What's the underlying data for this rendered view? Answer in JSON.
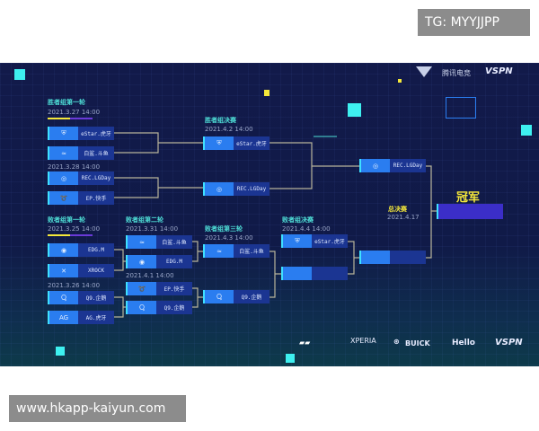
{
  "watermark_top": "TG: MYYJJPP",
  "watermark_bottom": "www.hkapp-kaiyun.com",
  "header": {
    "brand_tencent": "腾讯电竞",
    "brand_vspn": "VSPN"
  },
  "champion": {
    "label": "冠军",
    "team": ""
  },
  "grand_final": {
    "label": "总决赛",
    "date": "2021.4.17"
  },
  "winners": {
    "r1": {
      "label": "胜者组第一轮",
      "date1": "2021.3.27  14:00",
      "date2": "2021.3.28  14:00",
      "teams": [
        "eStar.虎牙",
        "白鲨.斗鱼",
        "REC.LGDay",
        "EP.快手"
      ]
    },
    "final": {
      "label": "胜者组决赛",
      "date": "2021.4.2  14:00",
      "teams": [
        "eStar.虎牙",
        "REC.LGDay"
      ]
    },
    "winner": "REC.LGDay"
  },
  "losers": {
    "r1": {
      "label": "败者组第一轮",
      "date1": "2021.3.25  14:00",
      "date2": "2021.3.26  14:00",
      "teams": [
        "EDG.M",
        "XROCK",
        "Q9.企鹅",
        "AG.虎牙"
      ]
    },
    "r2": {
      "label": "败者组第二轮",
      "date1": "2021.3.31  14:00",
      "date2": "2021.4.1  14:00",
      "teams": [
        "白鲨.斗鱼",
        "EDG.M",
        "EP.快手",
        "Q9.企鹅"
      ]
    },
    "r3": {
      "label": "败者组第三轮",
      "date": "2021.4.3  14:00",
      "teams": [
        "白鲨.斗鱼",
        "Q9.企鹅"
      ]
    },
    "final": {
      "label": "败者组决赛",
      "date": "2021.4.4  14:00",
      "teams": [
        "eStar.虎牙",
        ""
      ]
    }
  },
  "sponsors": [
    "XPERIA",
    "BUICK",
    "Hello",
    "VSPN"
  ],
  "colors": {
    "accent": "#4fe0d8",
    "slot_logo": "#2a7df0",
    "slot_name": "#1b3592",
    "champion": "#f5e83a",
    "line": "#b8b49a"
  }
}
